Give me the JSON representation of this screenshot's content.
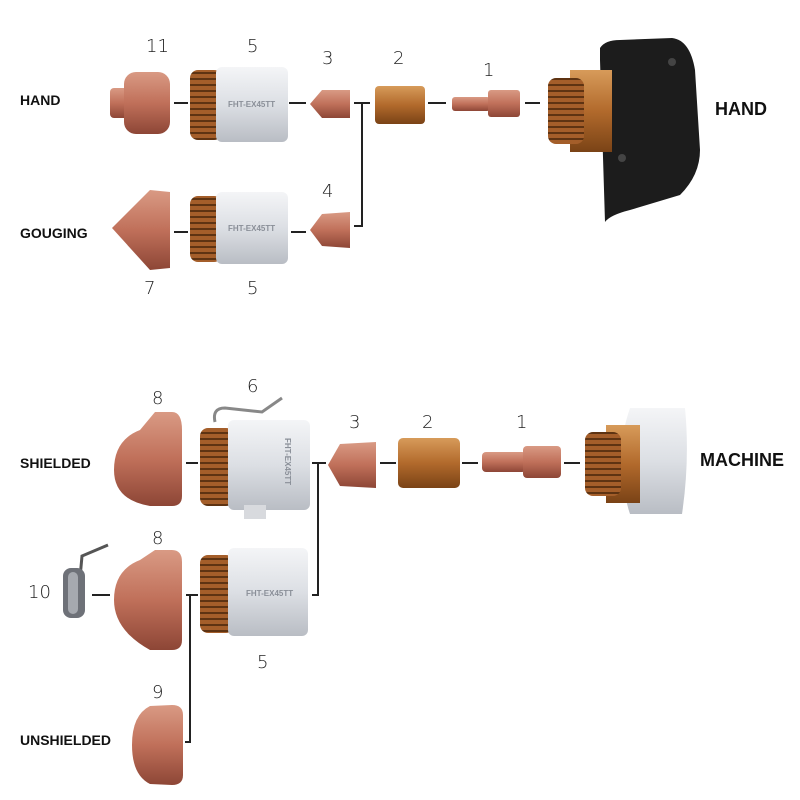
{
  "sections": {
    "hand": {
      "row_labels": [
        "HAND",
        "GOUGING"
      ],
      "torch_label": "HAND",
      "part_numbers": {
        "shield": "11",
        "cap_top": "5",
        "tip": "3",
        "swirl": "2",
        "electrode": "1",
        "nozzle": "7",
        "cap_bottom": "5",
        "gouging_tip": "4"
      }
    },
    "machine": {
      "row_labels": [
        "SHIELDED",
        "UNSHIELDED"
      ],
      "torch_label": "MACHINE",
      "part_numbers": {
        "shield_top": "8",
        "cap_top": "6",
        "tip": "3",
        "swirl": "2",
        "electrode": "1",
        "clip": "10",
        "shield_mid": "8",
        "cap_bottom": "5",
        "deflector": "9"
      }
    }
  },
  "cap_marking": "FHT-EX45TT",
  "colors": {
    "copper": "#c0705a",
    "brass": "#b7773a",
    "cap_white": "#e4e6ea",
    "torch_black": "#1c1c1c"
  }
}
